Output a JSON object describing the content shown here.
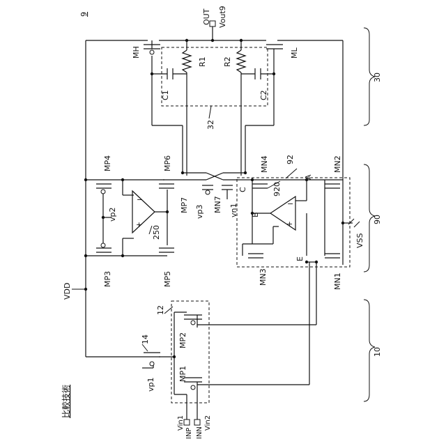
{
  "figure": {
    "number": "9",
    "heading": "比較技術"
  },
  "block_labels": {
    "b30": "30",
    "b90": "90",
    "b10": "10",
    "b32": "32",
    "b92": "92",
    "b12": "12",
    "b14": "14",
    "b250": "250",
    "b920": "920"
  },
  "transistors": {
    "mh": "MH",
    "ml": "ML",
    "mp4": "MP4",
    "mp6": "MP6",
    "mp3": "MP3",
    "mp5": "MP5",
    "mp7": "MP7",
    "mn7": "MN7",
    "mn4": "MN4",
    "mn2": "MN2",
    "mn3": "MN3",
    "mn1": "MN1",
    "mp1": "MP1",
    "mp2": "MP2"
  },
  "passives": {
    "r1": "R1",
    "r2": "R2",
    "c1": "C1",
    "c2": "C2"
  },
  "nets": {
    "out": "OUT",
    "vout9": "Vout9",
    "vdd": "VDD",
    "vss": "VSS",
    "vp1": "vp1",
    "vp2": "vp2",
    "vp3": "vp3",
    "vn1": "vn1",
    "a": "A",
    "b": "B",
    "c": "C",
    "e": "E",
    "inp": "INP",
    "inn": "INN",
    "vin1": "Vin1",
    "vin2": "Vin2"
  },
  "opamp_signs": {
    "plus": "+",
    "minus": "−"
  }
}
